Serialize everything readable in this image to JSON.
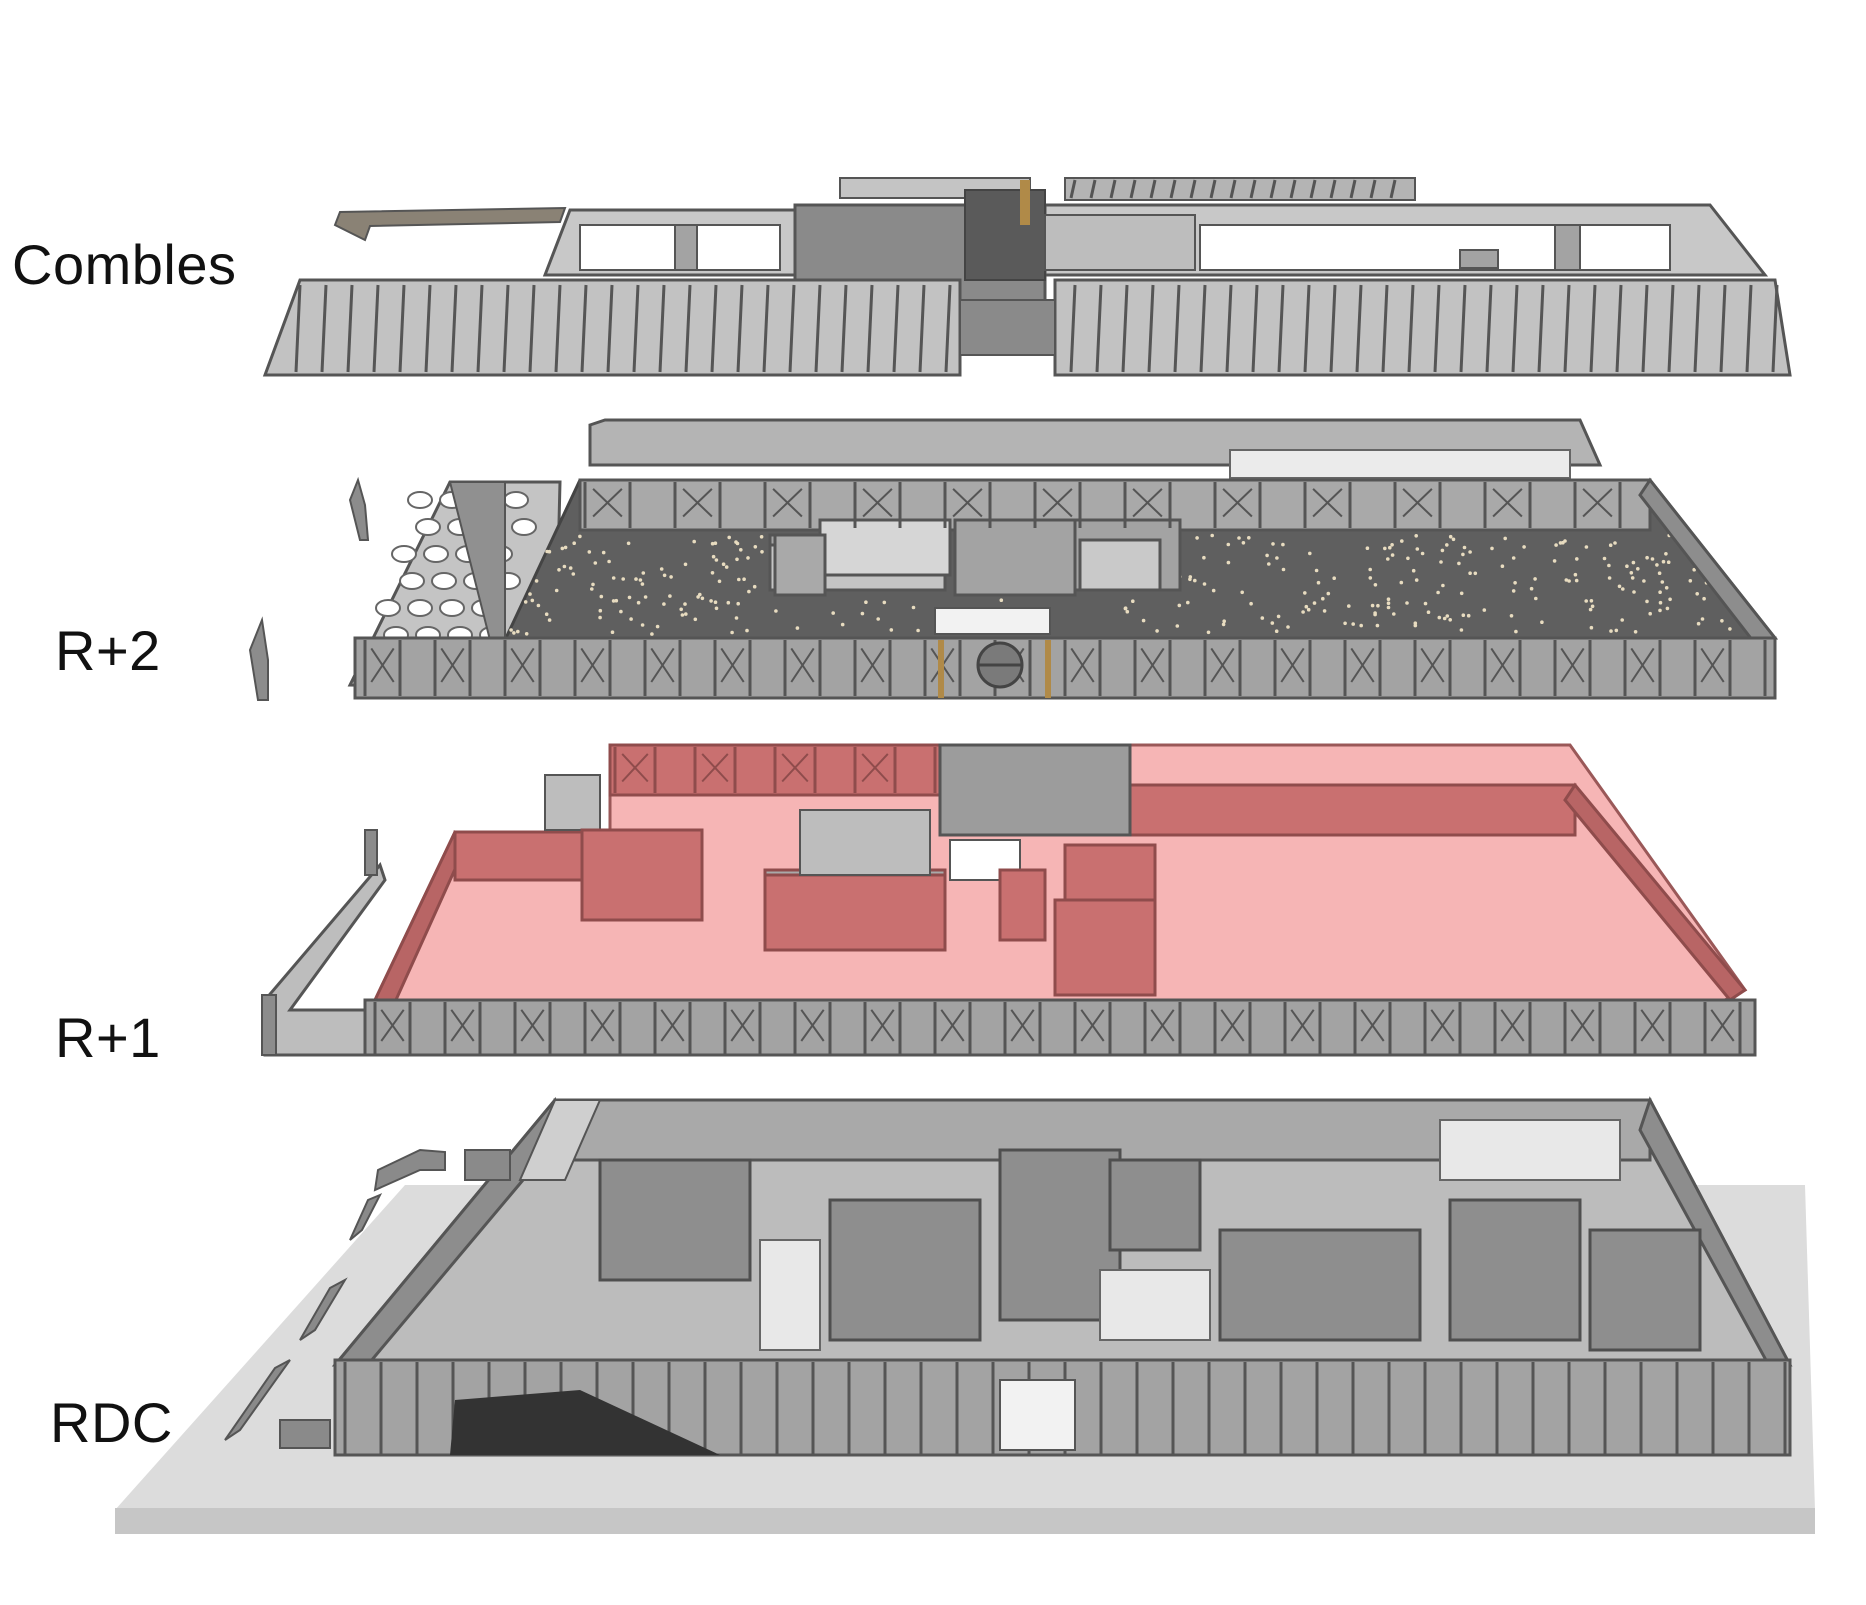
{
  "levels": [
    {
      "id": "combles",
      "label": "Combles",
      "highlighted": false
    },
    {
      "id": "r2",
      "label": "R+2",
      "highlighted": false
    },
    {
      "id": "r1",
      "label": "R+1",
      "highlighted": true
    },
    {
      "id": "rdc",
      "label": "RDC",
      "highlighted": false
    }
  ],
  "colors": {
    "wall": "#9a9a9a",
    "wall_light": "#c4c4c4",
    "wall_dark": "#6e6e6e",
    "outline": "#555555",
    "floor_dark": "#5f5f5f",
    "highlight_fill": "#f6b5b5",
    "highlight_wall": "#c97070",
    "highlight_wall_dark": "#a85555",
    "ground": "#dcdcdc",
    "ground_edge": "#c4c4c4",
    "accent_wood": "#b08a48"
  }
}
